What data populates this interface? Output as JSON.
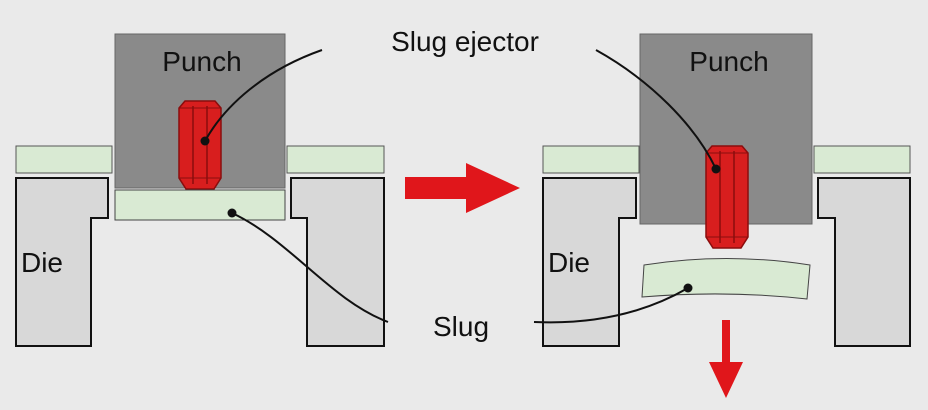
{
  "labels": {
    "punch_left": "Punch",
    "punch_right": "Punch",
    "slug_ejector": "Slug ejector",
    "die_left": "Die",
    "die_right": "Die",
    "slug": "Slug"
  },
  "colors": {
    "background": "#eaeaea",
    "punch": "#8a8a8a",
    "die_fill": "#d8d8d8",
    "sheet": "#d9ead3",
    "ejector": "#d81e1e",
    "arrow": "#e0161b",
    "outline": "#111111"
  },
  "icons": {
    "process_arrow": "arrow-right-icon",
    "drop_arrow": "arrow-down-icon"
  }
}
